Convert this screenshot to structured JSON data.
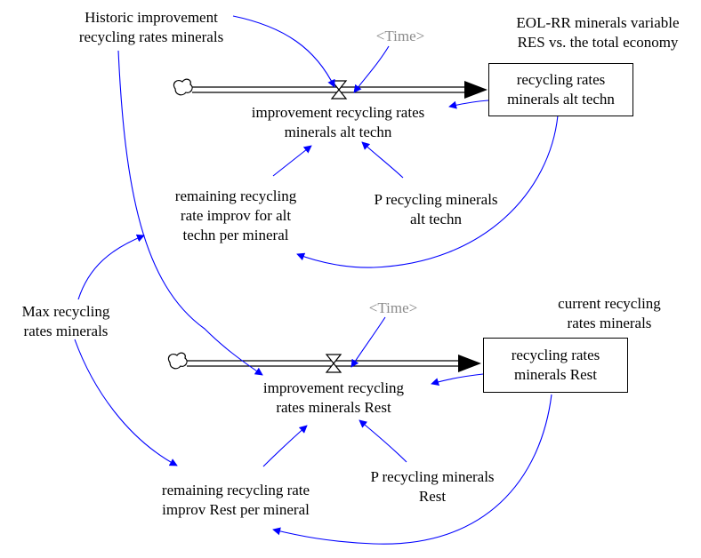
{
  "labels": {
    "historic_improvement": [
      "Historic improvement",
      "recycling rates minerals"
    ],
    "time_top": "<Time>",
    "eol_rr_note": [
      "EOL-RR minerals variable",
      "RES vs. the total economy"
    ],
    "stock_alt_techn": [
      "recycling rates",
      "minerals alt techn"
    ],
    "flow_alt_techn": [
      "improvement recycling rates",
      "minerals alt techn"
    ],
    "remaining_alt_techn": [
      "remaining recycling",
      "rate improv for alt",
      "techn per mineral"
    ],
    "p_recycling_alt_techn": [
      "P recycling minerals",
      "alt techn"
    ],
    "max_recycling": [
      "Max recycling",
      "rates minerals"
    ],
    "time_bottom": "<Time>",
    "current_recycling": [
      "current recycling",
      "rates minerals"
    ],
    "stock_rest": [
      "recycling rates",
      "minerals Rest"
    ],
    "flow_rest": [
      "improvement recycling",
      "rates minerals Rest"
    ],
    "remaining_rest": [
      "remaining recycling rate",
      "improv Rest per mineral"
    ],
    "p_recycling_rest": [
      "P recycling minerals",
      "Rest"
    ]
  },
  "colors": {
    "link": "#0000ff",
    "flow": "#000000",
    "shadow_text": "#8a8a8a"
  }
}
